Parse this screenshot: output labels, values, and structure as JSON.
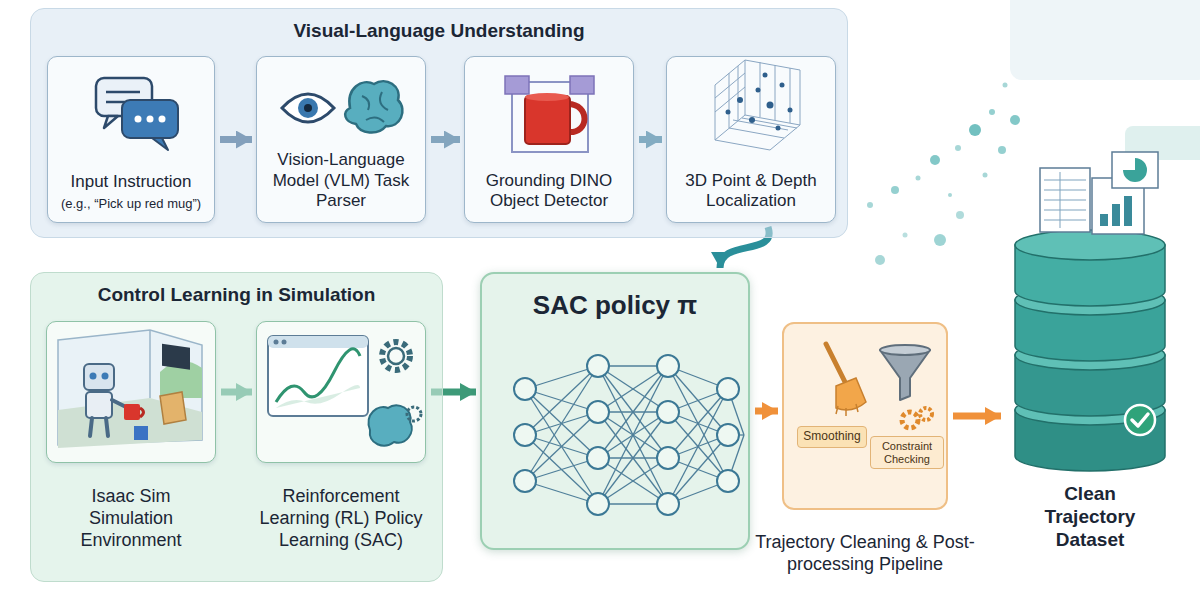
{
  "diagram": {
    "nodes": [
      {
        "text": [
          "Visual-Language Understanding"
        ]
      },
      {
        "text": [
          "Input Instruction",
          "(e.g., “Pick up red mug”)"
        ],
        "in": 0
      },
      {
        "text": [
          "Vision-Language Model (VLM) Task Parser"
        ],
        "in": 0
      },
      {
        "text": [
          "Grounding DINO Object Detector"
        ],
        "in": 0
      },
      {
        "text": [
          "3D Point & Depth Localization"
        ],
        "in": 0
      },
      {
        "text": [
          "Control Learning in Simulation"
        ]
      },
      {
        "text": [
          "Isaac Sim Simulation Environment"
        ],
        "in": 5
      },
      {
        "text": [
          "Reinforcement Learning (RL) Policy Learning (SAC)"
        ],
        "in": 5
      },
      {
        "text": [
          "SAC policy π"
        ]
      },
      {
        "text": [
          "Trajectory Cleaning & Post-processing Pipeline"
        ]
      },
      {
        "text": [
          "Clean Trajectory Dataset"
        ]
      }
    ],
    "edges": [
      {
        "from": 1,
        "to": 2,
        "arrow": "to"
      },
      {
        "from": 2,
        "to": 3,
        "arrow": "to"
      },
      {
        "from": 3,
        "to": 4,
        "arrow": "to"
      },
      {
        "from": 4,
        "to": 8,
        "arrow": "to"
      },
      {
        "from": 6,
        "to": 7,
        "arrow": "to"
      },
      {
        "from": 7,
        "to": 8,
        "arrow": "to"
      },
      {
        "from": 8,
        "to": 9,
        "arrow": "to"
      },
      {
        "from": 9,
        "to": 10,
        "arrow": "to"
      }
    ],
    "labels": [
      "Smoothing",
      "Constraint Checking"
    ]
  }
}
